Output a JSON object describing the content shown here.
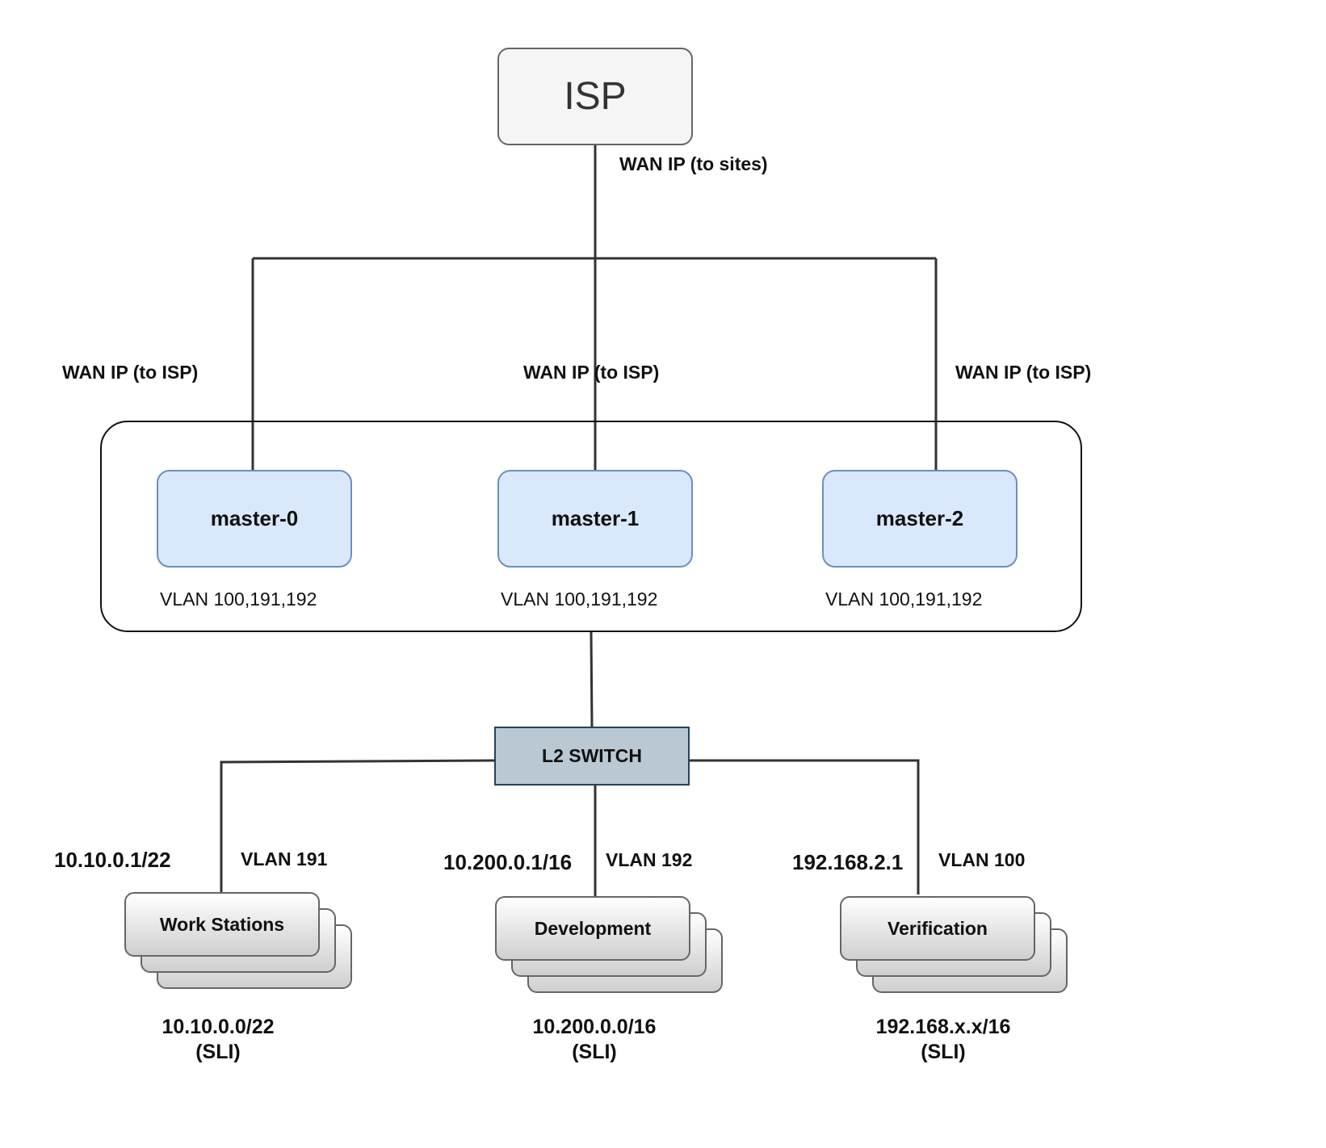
{
  "isp": {
    "label": "ISP",
    "uplink_label": "WAN IP (to sites)"
  },
  "masters": [
    {
      "name": "master-0",
      "wan_label": "WAN IP (to ISP)",
      "vlans": "VLAN 100,191,192"
    },
    {
      "name": "master-1",
      "wan_label": "WAN IP (to ISP)",
      "vlans": "VLAN 100,191,192"
    },
    {
      "name": "master-2",
      "wan_label": "WAN IP (to ISP)",
      "vlans": "VLAN 100,191,192"
    }
  ],
  "switch": {
    "label": "L2 SWITCH"
  },
  "segments": [
    {
      "name": "Work Stations",
      "gateway": "10.10.0.1/22",
      "vlan": "VLAN 191",
      "subnet": "10.10.0.0/22",
      "subnet_tag": "(SLI)"
    },
    {
      "name": "Development",
      "gateway": "10.200.0.1/16",
      "vlan": "VLAN 192",
      "subnet": "10.200.0.0/16",
      "subnet_tag": "(SLI)"
    },
    {
      "name": "Verification",
      "gateway": "192.168.2.1",
      "vlan": "VLAN 100",
      "subnet": "192.168.x.x/16",
      "subnet_tag": "(SLI)"
    }
  ],
  "colors": {
    "line": "#333333",
    "isp_fill": "#f5f5f5",
    "master_fill": "#dae8fc",
    "master_border": "#6c8ebf",
    "switch_fill": "#bac8d3",
    "switch_border": "#23445d"
  }
}
